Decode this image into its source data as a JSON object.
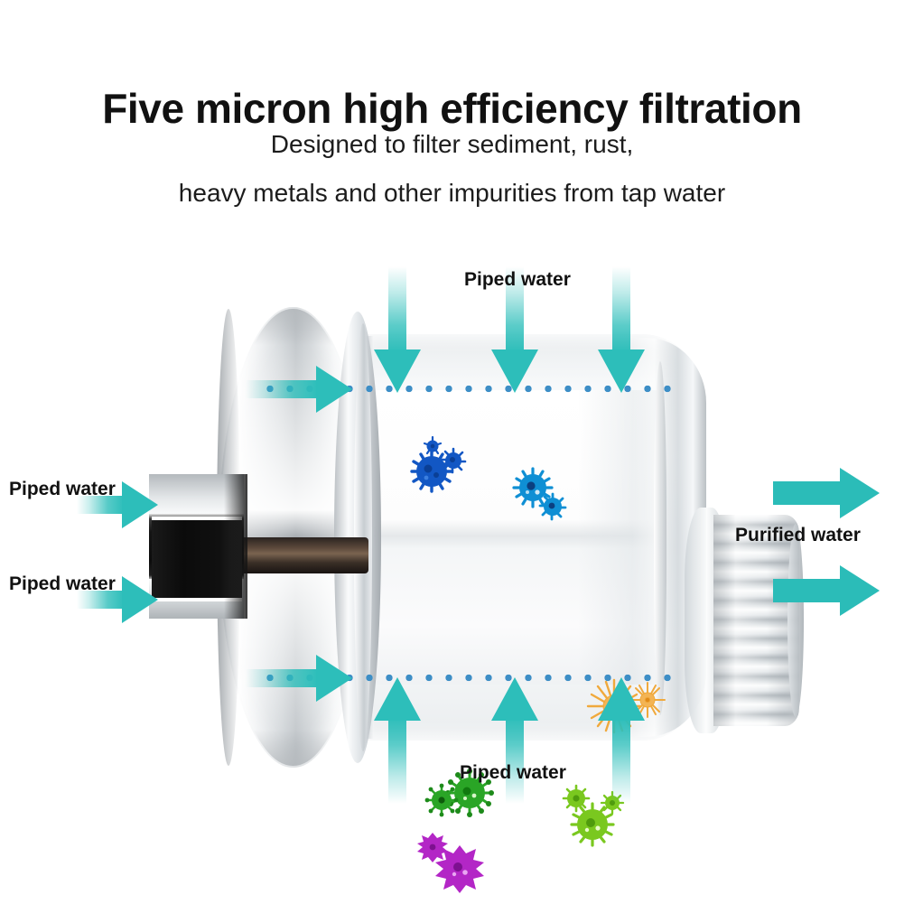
{
  "header": {
    "title": "Five micron high efficiency filtration",
    "subtitle_line1": "Designed to filter sediment, rust,",
    "subtitle_line2": "heavy metals and other impurities from tap water"
  },
  "diagram": {
    "product": "shower water filter cutaway illustration",
    "labels": {
      "top": "Piped water",
      "bottom": "Piped water",
      "left_upper": "Piped water",
      "left_lower": "Piped water",
      "right": "Purified water"
    },
    "colors": {
      "arrow_teal": "#2dbeba",
      "arrow_teal_solid": "#2bbcb8",
      "membrane_dot_blue": "#3d8ec6",
      "text": "#111111",
      "background": "#ffffff"
    },
    "flow": {
      "inlet_arrow_count_top": 3,
      "inlet_arrow_count_bottom": 3,
      "inlet_arrow_count_left": 2,
      "inlet_arrow_count_cap": 2,
      "outlet_arrow_count_right": 2
    },
    "contaminants": [
      {
        "name": "blue-germ-cluster",
        "color": "#1257c4",
        "accent": "#0a3f96"
      },
      {
        "name": "teal-blue-germ-cluster",
        "color": "#0f8fd4",
        "accent": "#0b5fa6"
      },
      {
        "name": "orange-starburst-germ",
        "color": "#f0a93c",
        "accent": "#e08a18"
      },
      {
        "name": "green-germ-cluster",
        "color": "#2aa526",
        "accent": "#117a0f"
      },
      {
        "name": "lime-green-germ-cluster",
        "color": "#7ac81f",
        "accent": "#5aa80f"
      },
      {
        "name": "purple-spiky-germ",
        "color": "#b326c6",
        "accent": "#8a1a9c"
      }
    ]
  }
}
